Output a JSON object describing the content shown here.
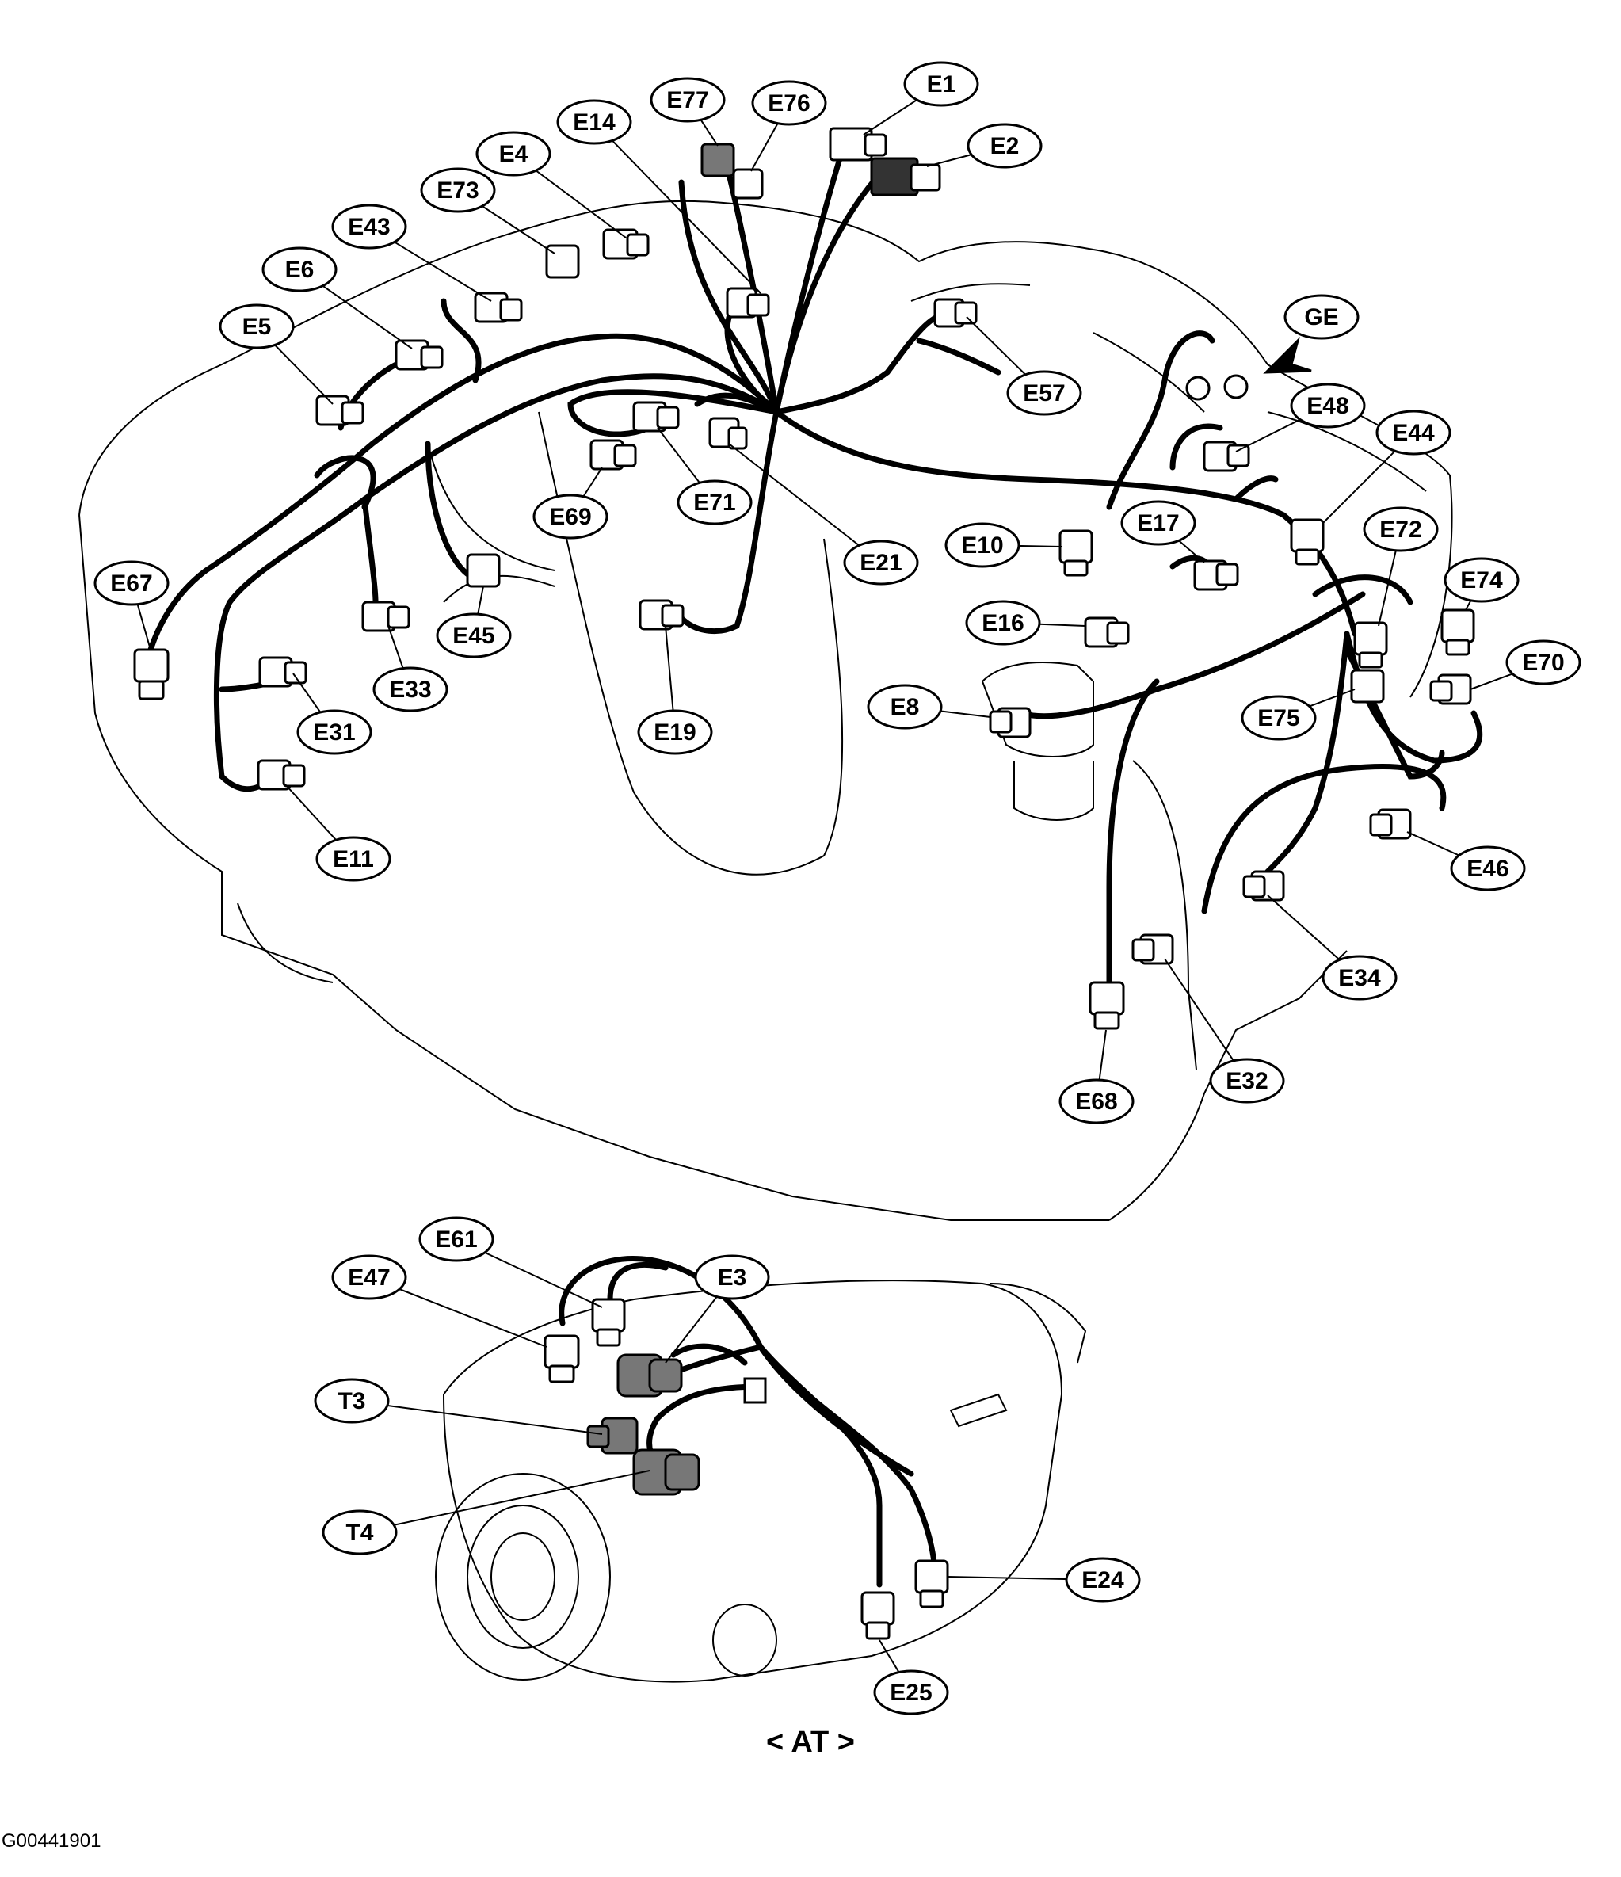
{
  "diagram": {
    "labels": [
      "E1",
      "E2",
      "E3",
      "E4",
      "E5",
      "E6",
      "E8",
      "E10",
      "E11",
      "E14",
      "E16",
      "E17",
      "E19",
      "E21",
      "E24",
      "E25",
      "E31",
      "E32",
      "E33",
      "E34",
      "E43",
      "E44",
      "E45",
      "E46",
      "E47",
      "E48",
      "E57",
      "E61",
      "E67",
      "E68",
      "E69",
      "E70",
      "E71",
      "E72",
      "E73",
      "E74",
      "E75",
      "E76",
      "E77",
      "GE",
      "T3",
      "T4"
    ],
    "caption": "< AT >",
    "figure_id": "G00441901"
  }
}
